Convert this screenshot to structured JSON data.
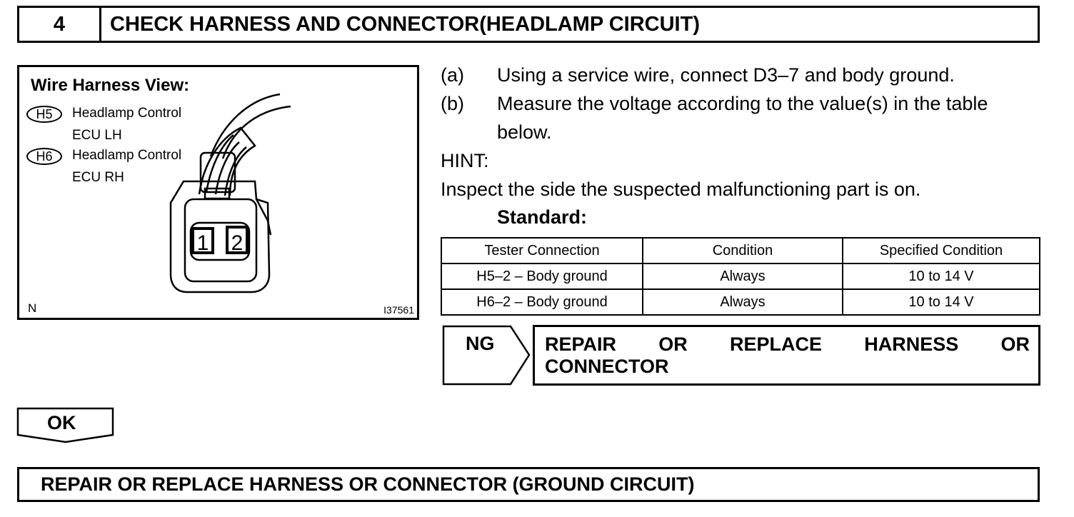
{
  "step": {
    "number": "4",
    "title": "CHECK HARNESS AND CONNECTOR(HEADLAMP CIRCUIT)"
  },
  "figure": {
    "title": "Wire Harness View:",
    "connectors": [
      {
        "badge": "H5",
        "name_line1": "Headlamp Control",
        "name_line2": "ECU LH"
      },
      {
        "badge": "H6",
        "name_line1": "Headlamp Control",
        "name_line2": "ECU RH"
      }
    ],
    "pins": [
      "1",
      "2"
    ],
    "corner_letter": "N",
    "illustration_code": "I37561"
  },
  "instructions": [
    {
      "marker": "(a)",
      "text": "Using a service wire, connect D3–7 and body ground."
    },
    {
      "marker": "(b)",
      "text_line1": "Measure the voltage according to the value(s) in the table",
      "text_line2": "below."
    }
  ],
  "hint": {
    "label": "HINT:",
    "text": "Inspect the side the suspected malfunctioning part is on."
  },
  "standard_label": "Standard:",
  "table": {
    "headers": [
      "Tester Connection",
      "Condition",
      "Specified Condition"
    ],
    "rows": [
      [
        "H5–2 – Body ground",
        "Always",
        "10 to 14 V"
      ],
      [
        "H6–2 – Body ground",
        "Always",
        "10 to 14 V"
      ]
    ]
  },
  "ng_result": {
    "tag": "NG",
    "words": [
      "REPAIR",
      "OR",
      "REPLACE",
      "HARNESS",
      "OR"
    ],
    "line2": "CONNECTOR"
  },
  "ok_tag": "OK",
  "next_step": "REPAIR OR REPLACE HARNESS OR CONNECTOR (GROUND CIRCUIT)"
}
